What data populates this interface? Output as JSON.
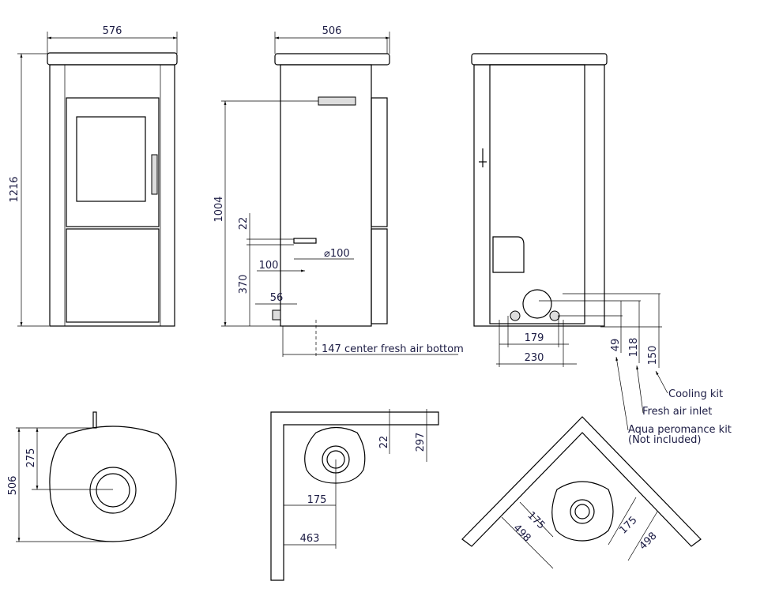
{
  "front_view": {
    "width_label": "576",
    "height_label": "1216"
  },
  "side_view": {
    "width_label": "506",
    "height_label": "1004",
    "dim_22": "22",
    "dim_100": "100",
    "diameter": "⌀100",
    "dim_370": "370",
    "dim_56": "56",
    "fresh_air_note": "147 center fresh air bottom"
  },
  "rear_view": {
    "dim_179": "179",
    "dim_230": "230",
    "dim_49": "49",
    "dim_118": "118",
    "dim_150": "150",
    "callouts": {
      "cooling": "Cooling kit",
      "fresh_air": "Fresh air inlet",
      "aqua": "Aqua peromance kit",
      "aqua_note": "(Not included)"
    }
  },
  "top_view": {
    "depth_label": "506",
    "center_label": "275"
  },
  "corner_view": {
    "dim_22": "22",
    "dim_297": "297",
    "dim_175": "175",
    "dim_463": "463"
  },
  "diagonal_view": {
    "dim_498_left": "498",
    "dim_175_left": "175",
    "dim_175_right": "175",
    "dim_498_right": "498"
  }
}
